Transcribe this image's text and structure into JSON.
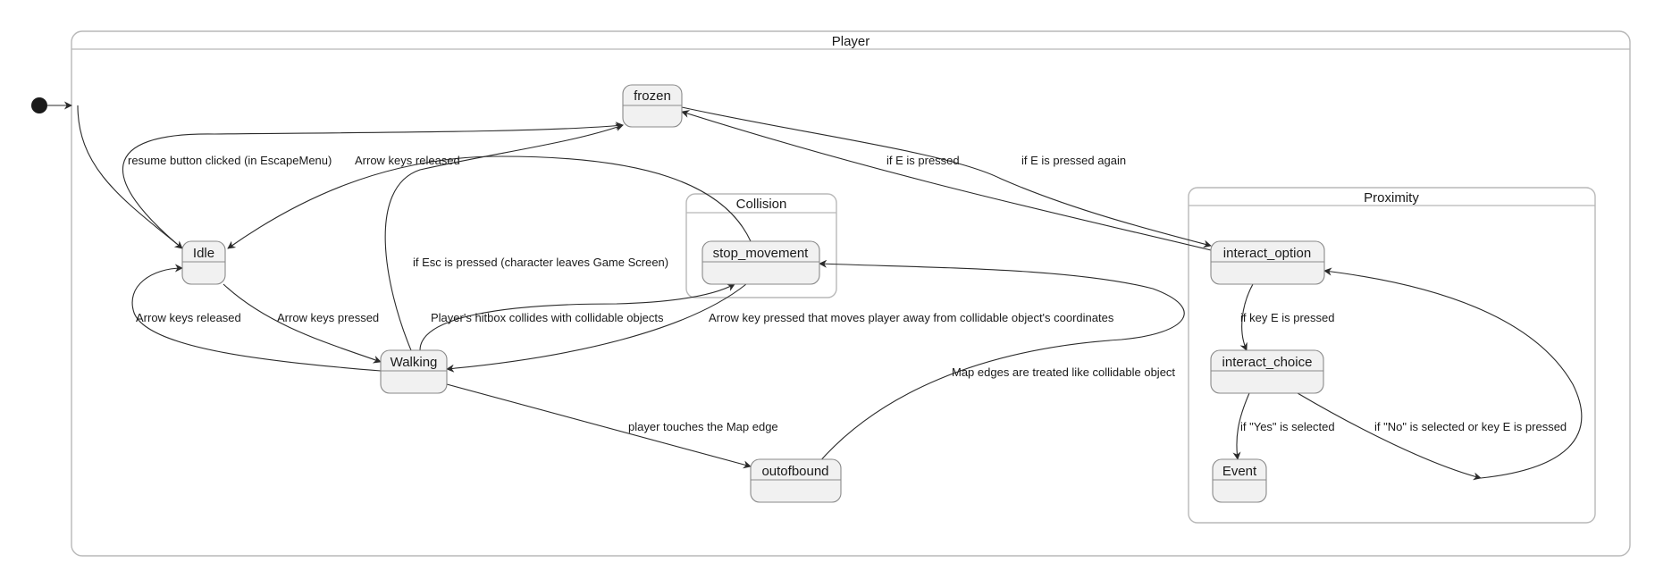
{
  "diagram": {
    "composites": {
      "player": "Player",
      "collision": "Collision",
      "proximity": "Proximity"
    },
    "states": {
      "frozen": "frozen",
      "idle": "Idle",
      "walking": "Walking",
      "stop_movement": "stop_movement",
      "outofbound": "outofbound",
      "interact_option": "interact_option",
      "interact_choice": "interact_choice",
      "event": "Event"
    },
    "edges": {
      "resume": "resume button clicked (in EscapeMenu)",
      "arrow_released_top": "Arrow keys released",
      "esc_pressed": "if Esc is pressed (character leaves Game Screen)",
      "e_pressed": "if E is pressed",
      "e_pressed_again": "if E is pressed again",
      "arrow_released_left": "Arrow keys released",
      "arrow_pressed": "Arrow keys pressed",
      "hitbox": "Player's hitbox collides with collidable objects",
      "arrow_moves_away": "Arrow key pressed that moves player away from collidable object's coordinates",
      "map_edges": "Map edges are  treated like collidable object",
      "map_edge_touch": "player touches the Map edge",
      "key_e": "if key E is pressed",
      "yes_selected": "if \"Yes\" is selected",
      "no_selected": "if \"No\" is selected or key E is pressed"
    }
  }
}
